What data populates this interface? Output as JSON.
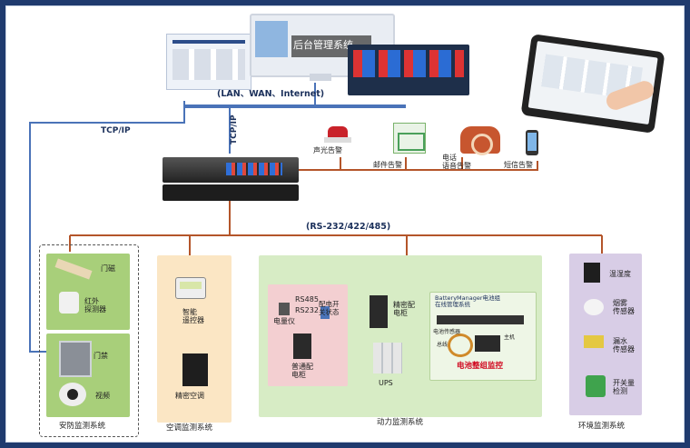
{
  "network": {
    "bus_label": "(LAN、WAN、Internet)",
    "tcpip_left": "TCP/IP",
    "tcpip_vertical": "TCP/IP",
    "backend_label": "后台管理系统",
    "rs_bus_label": "(RS-232/422/485)"
  },
  "alarms": [
    {
      "label": "声光告警",
      "icon": "siren-icon"
    },
    {
      "label": "邮件告警",
      "icon": "email-icon"
    },
    {
      "label": "电话\n语音告警",
      "icon": "telephone-icon"
    },
    {
      "label": "短信告警",
      "icon": "mobile-phone-icon"
    }
  ],
  "systems": {
    "security": {
      "title": "安防监测系统",
      "items": [
        "门磁",
        "红外\n探测器",
        "门禁",
        "视频"
      ]
    },
    "hvac": {
      "title": "空调监测系统",
      "items": [
        "智能\n遥控器",
        "精密空调"
      ]
    },
    "power": {
      "title": "动力监测系统",
      "sub_rs485": "RS485",
      "sub_rs232": "RS232",
      "meter": "电量仪",
      "switch": "配电开\n关状态",
      "dist_cabinet": "普通配\n电柜",
      "precision_cabinet": "精密配\n电柜",
      "ups": "UPS",
      "battery_title": "BatteryManager电池组\n在线管理系统",
      "battery_label": "电池整组监控",
      "battery_small1": "电池传感器",
      "battery_small2": "总线",
      "battery_small3": "主机"
    },
    "env": {
      "title": "环境监测系统",
      "items": [
        "温湿度",
        "烟雾\n传感器",
        "漏水\n传感器",
        "开关量\n检测"
      ]
    }
  },
  "colors": {
    "bus_blue": "#4a73b8",
    "rs_orange": "#b4552a",
    "security_bg": "#a8cf7a",
    "hvac_bg": "#fbe6c4",
    "power_bg": "#d7ecc5",
    "power_sub_bg": "#f3cfd1",
    "env_bg": "#d8cde6",
    "battery_red": "#d0021b"
  }
}
